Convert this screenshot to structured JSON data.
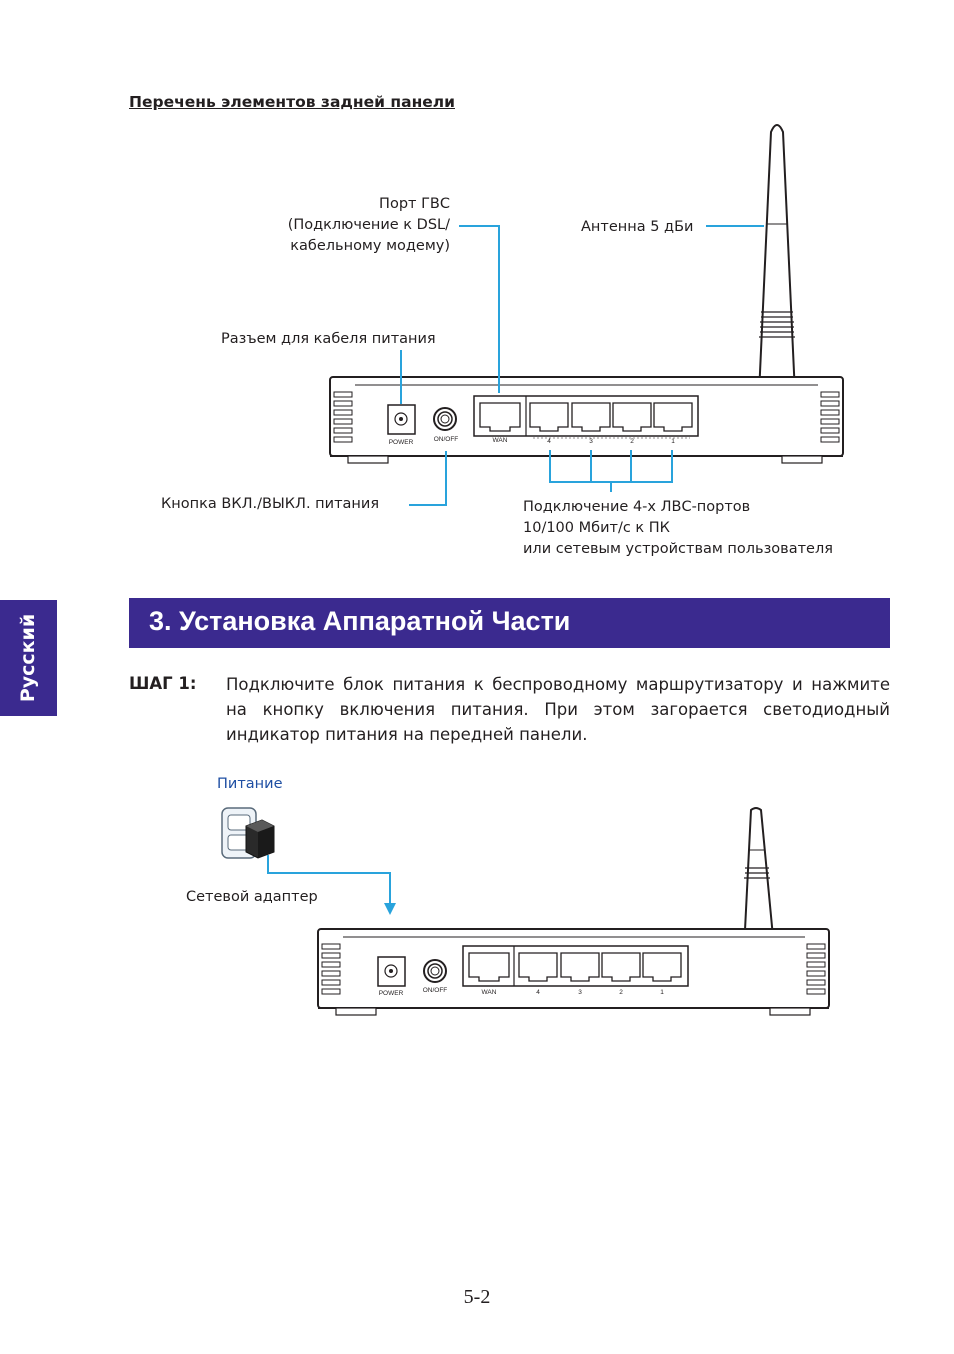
{
  "side_tab": "Русский",
  "section_heading": "Перечень элементов задней панели",
  "diagram1": {
    "wan_port_label": [
      "Порт ГВС",
      "(Подключение к DSL/",
      "кабельному модему)"
    ],
    "antenna_label": "Антенна 5 дБи",
    "power_jack_label": "Разъем для кабеля питания",
    "onoff_label": "Кнопка ВКЛ./ВЫКЛ. питания",
    "lan_label": [
      "Подключение 4-х ЛВС-портов",
      "10/100 Мбит/с к ПК",
      "или сетевым устройствам пользователя"
    ]
  },
  "router_panel": {
    "power": "POWER",
    "onoff": "ON/OFF",
    "wan": "WAN",
    "lan_ports": [
      "4",
      "3",
      "2",
      "1"
    ]
  },
  "banner_title": "3. Установка Аппаратной Части",
  "step1": {
    "label": "ШАГ 1:",
    "text": "Подключите блок питания к беспроводному маршрутизатору и нажмите на кнопку включения питания. При этом загорается светодиодный индикатор питания на передней панели."
  },
  "diagram2": {
    "power_label": "Питание",
    "adapter_label": "Сетевой адаптер"
  },
  "page_number": "5-2",
  "colors": {
    "accent": "#3b2a8f",
    "callout_line": "#29a3dc",
    "link_text": "#1f4fa3"
  }
}
